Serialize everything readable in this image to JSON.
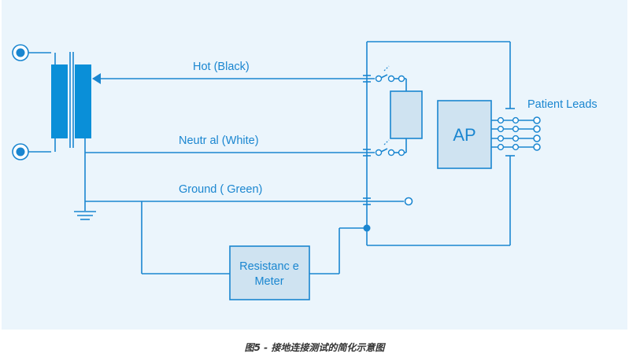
{
  "labels": {
    "hot": "Hot (Black)",
    "neutral": "Neutr al (White)",
    "ground": "Ground ( Green)",
    "patient_leads": "Patient Leads",
    "ap": "AP",
    "meter_line1": "Resistanc e",
    "meter_line2": "Meter"
  },
  "caption": "图5 - 接地连接测试的简化示意图",
  "colors": {
    "wire": "#1a86d0",
    "transformer": "#0a8fd8",
    "box_fill": "#cfe3f1",
    "panel": "#ebf5fc"
  },
  "icons": [
    "terminal-icon",
    "ground-symbol-icon",
    "switch-icon",
    "arrow-icon"
  ]
}
